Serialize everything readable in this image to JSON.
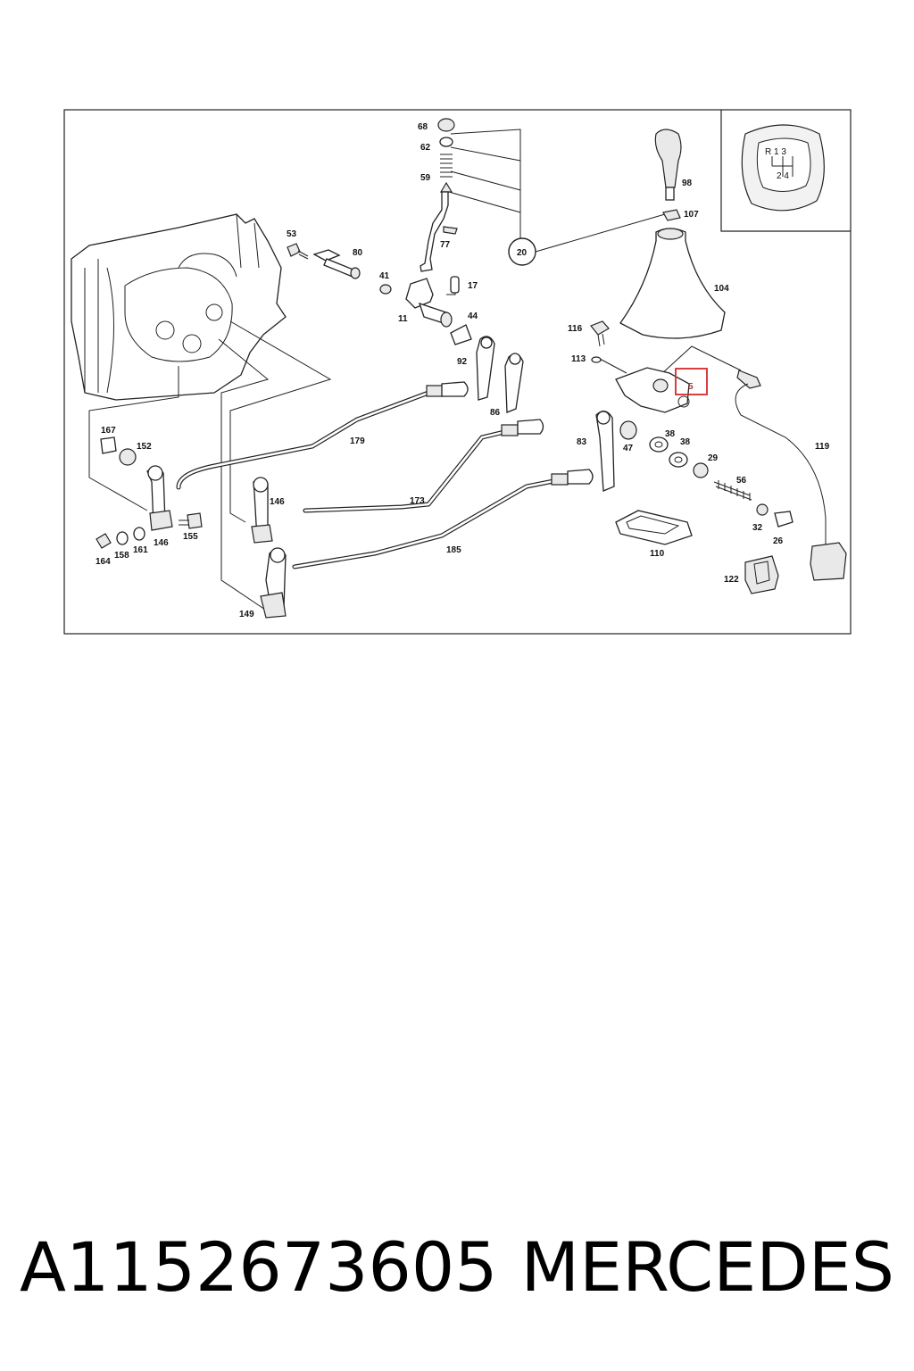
{
  "diagram": {
    "highlight_color": "#d42a2a",
    "callouts": [
      "68",
      "62",
      "59",
      "77",
      "20",
      "53",
      "80",
      "41",
      "17",
      "11",
      "44",
      "116",
      "113",
      "5",
      "92",
      "86",
      "98",
      "107",
      "104",
      "119",
      "167",
      "152",
      "179",
      "173",
      "83",
      "47",
      "38",
      "38",
      "29",
      "56",
      "32",
      "26",
      "110",
      "122",
      "146",
      "146",
      "155",
      "164",
      "158",
      "161",
      "185",
      "149"
    ],
    "highlighted": "5",
    "gate": {
      "top": "R 1 3",
      "bottom": "2 4"
    }
  },
  "caption": {
    "part_number": "A1152673605",
    "brand": "MERCEDES"
  }
}
